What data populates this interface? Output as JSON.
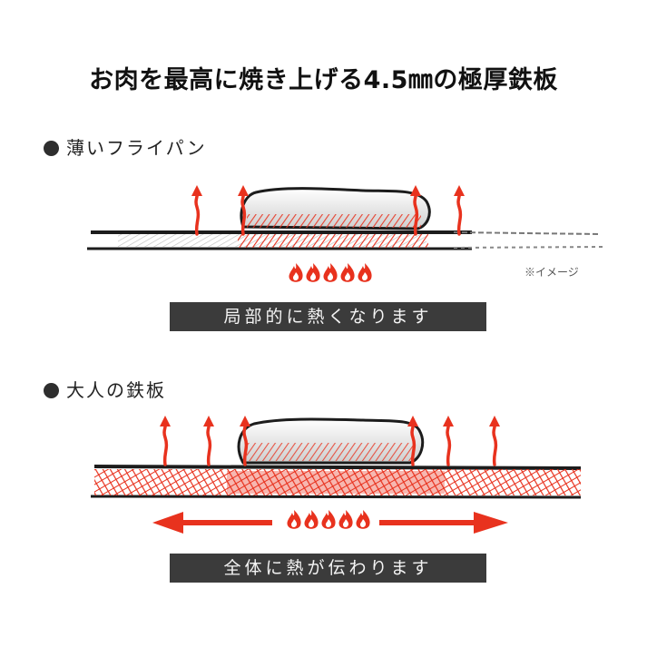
{
  "title": "お肉を最高に焼き上げる4.5㎜の極厚鉄板",
  "section1": {
    "heading": "薄いフライパン",
    "note": "※イメージ",
    "caption": "局部的に熱くなります"
  },
  "section2": {
    "heading": "大人の鉄板",
    "caption": "全体に熱が伝わります"
  },
  "colors": {
    "heat": "#e8321e",
    "ink": "#1c1c1c",
    "caption_bg": "#3b3b3b",
    "meat": "#d9d9d9"
  },
  "icons": {
    "dot": "bullet-dot-icon",
    "flame": "flame-icon",
    "heat_arrow": "heat-arrow-icon",
    "spread_arrow": "double-arrow-icon"
  }
}
